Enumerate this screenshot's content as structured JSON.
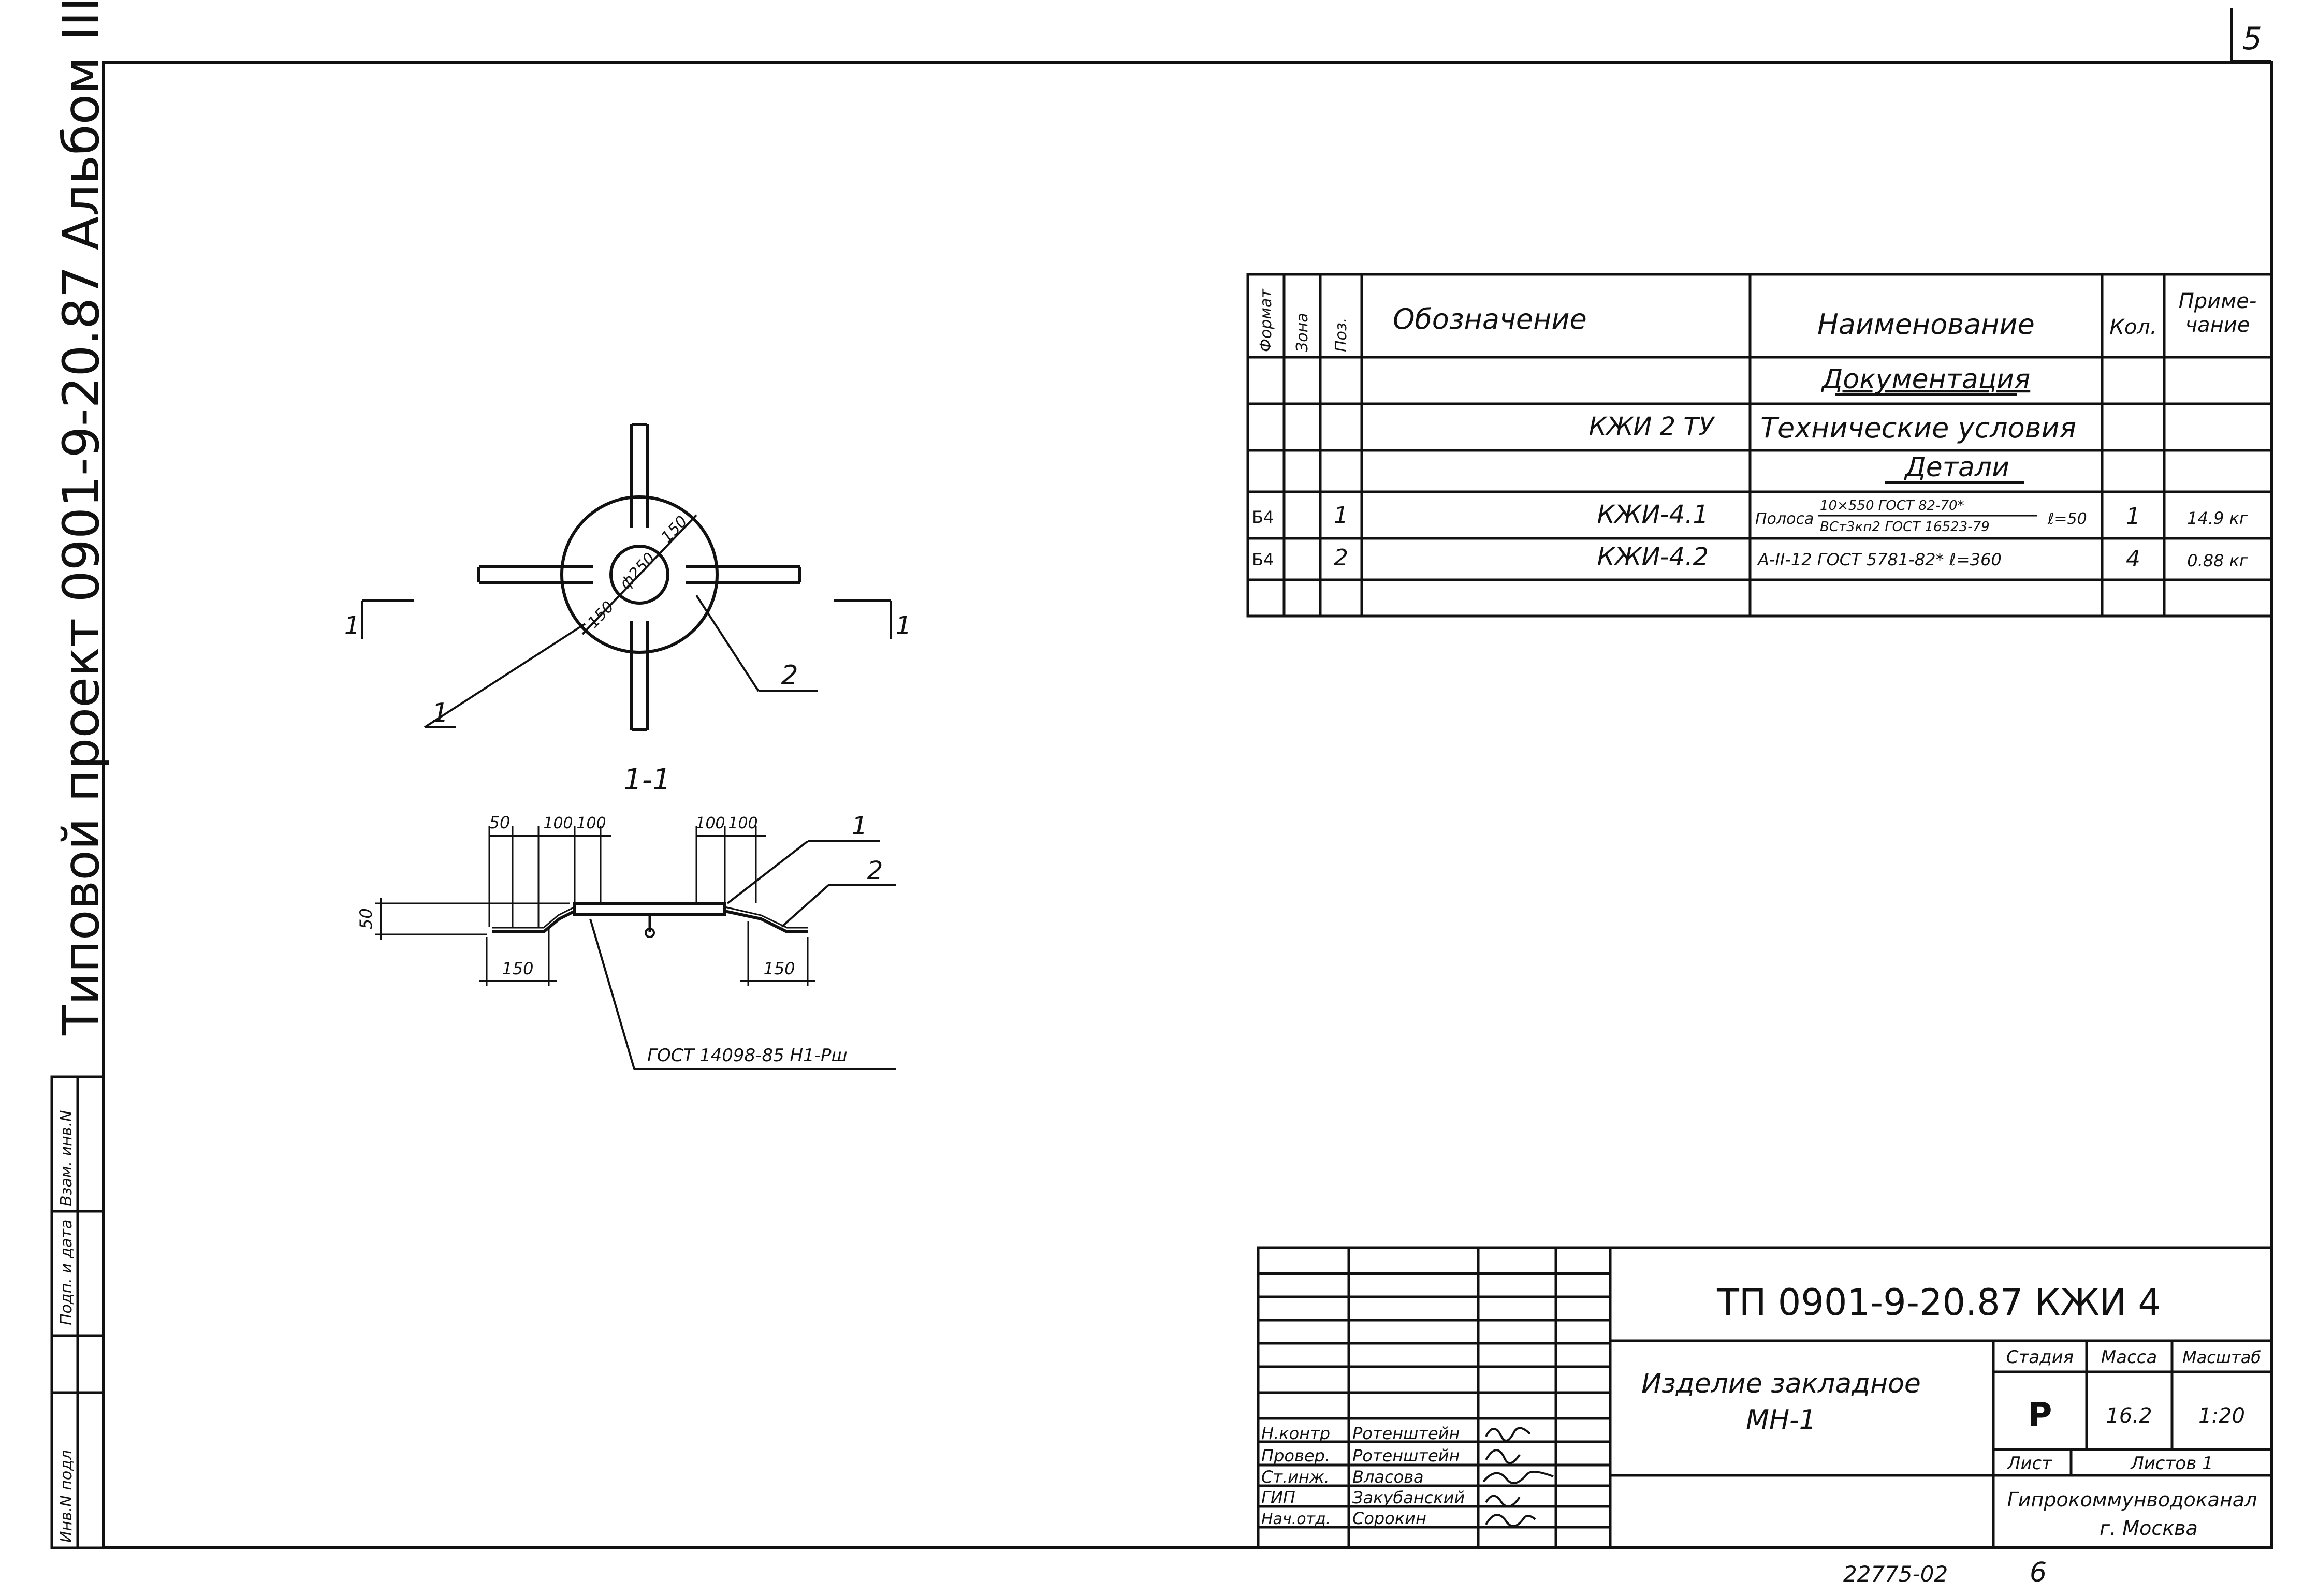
{
  "sheet": {
    "number": "5",
    "bottom_code": "22775-02",
    "bottom_page": "6"
  },
  "side_label": {
    "text": "Типовой   проект   0901-9-20.87   Альбом III"
  },
  "side_stamp": {
    "cells": [
      "Инв.N подл",
      "Подп. и дата",
      "Взам. инв.N"
    ]
  },
  "spec_table": {
    "headers": {
      "format": "Формат",
      "zone": "Зона",
      "pos": "Поз.",
      "designation": "Обозначение",
      "name": "Наименование",
      "qty": "Кол.",
      "note": "Приме-\nчание"
    },
    "rows": [
      {
        "format": "",
        "zone": "",
        "pos": "",
        "designation": "",
        "name": "Документация",
        "qty": "",
        "note": "",
        "heading": true
      },
      {
        "format": "",
        "zone": "",
        "pos": "",
        "designation": "КЖИ 2 ТУ",
        "name": "Технические условия",
        "qty": "",
        "note": ""
      },
      {
        "format": "",
        "zone": "",
        "pos": "",
        "designation": "",
        "name": "Детали",
        "qty": "",
        "note": "",
        "heading": true
      },
      {
        "format": "Б4",
        "zone": "",
        "pos": "1",
        "designation": "КЖИ-4.1",
        "name_prefix": "Полоса",
        "name_top": "10×550 ГОСТ 82-70*",
        "name_bottom": "ВСт3кп2 ГОСТ 16523-79",
        "name_suffix": "ℓ=50",
        "qty": "1",
        "note": "14.9 кг"
      },
      {
        "format": "Б4",
        "zone": "",
        "pos": "2",
        "designation": "КЖИ-4.2",
        "name": "A-II-12 ГОСТ 5781-82* ℓ=360",
        "qty": "4",
        "note": "0.88 кг"
      },
      {
        "format": "",
        "zone": "",
        "pos": "",
        "designation": "",
        "name": "",
        "qty": "",
        "note": ""
      }
    ]
  },
  "drawing": {
    "plan": {
      "dims": [
        "150",
        "ф250",
        "150"
      ],
      "leader_labels": [
        "1",
        "2"
      ],
      "section_marks": [
        "1",
        "1"
      ]
    },
    "section": {
      "title": "1-1",
      "top_dims": [
        "50",
        "100",
        "100",
        "100",
        "100"
      ],
      "height_dim": "50",
      "bottom_dims": [
        "150",
        "150"
      ],
      "leader_labels": [
        "1",
        "2"
      ],
      "weld_note": "ГОСТ 14098-85 Н1-Рш"
    }
  },
  "title_block": {
    "code": "ТП 0901-9-20.87 КЖИ 4",
    "name_line1": "Изделие закладное",
    "name_line2": "МН-1",
    "labels": {
      "stage": "Стадия",
      "mass": "Масса",
      "scale": "Масштаб",
      "sheet": "Лист",
      "sheets": "Листов 1"
    },
    "stage": "Р",
    "mass": "16.2",
    "scale": "1:20",
    "org_line1": "Гипрокоммунводоканал",
    "org_line2": "г. Москва",
    "signatures": [
      {
        "role": "Н.контр",
        "name": "Ротенштейн"
      },
      {
        "role": "Провер.",
        "name": "Ротенштейн"
      },
      {
        "role": "Ст.инж.",
        "name": "Власова"
      },
      {
        "role": "ГИП",
        "name": "Закубанский"
      },
      {
        "role": "Нач.отд.",
        "name": "Сорокин"
      }
    ]
  }
}
